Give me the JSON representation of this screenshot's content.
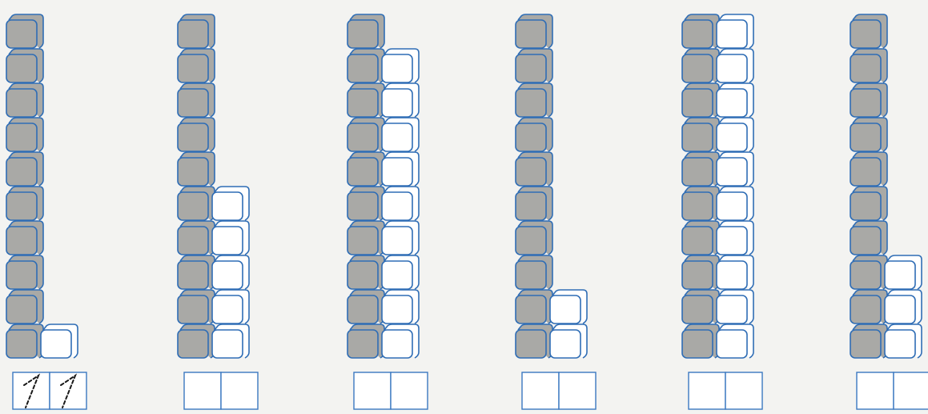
{
  "worksheet": {
    "colors": {
      "paper": "#f3f3f1",
      "outline": "#2f6db5",
      "ten_fill": "#a9a9a6",
      "one_fill": "#ffffff",
      "box_outline": "#3a78c0",
      "trace_hint": "#1a1a1a"
    },
    "exercises": [
      {
        "tens": 1,
        "ones": 1,
        "answer_boxes": 2,
        "traced_hint": "11"
      },
      {
        "tens": 1,
        "ones": 5,
        "answer_boxes": 2,
        "traced_hint": ""
      },
      {
        "tens": 1,
        "ones": 9,
        "answer_boxes": 2,
        "traced_hint": ""
      },
      {
        "tens": 1,
        "ones": 2,
        "answer_boxes": 2,
        "traced_hint": ""
      },
      {
        "tens": 1,
        "ones": 10,
        "answer_boxes": 2,
        "traced_hint": ""
      },
      {
        "tens": 1,
        "ones": 3,
        "answer_boxes": 2,
        "traced_hint": ""
      }
    ]
  }
}
